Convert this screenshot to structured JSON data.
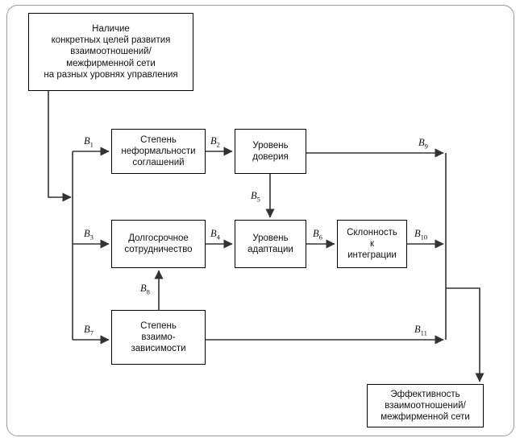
{
  "diagram": {
    "title_present": false,
    "frame": {
      "style": "rounded-rectangle",
      "border_color": "#9a9a9a"
    },
    "background": "#ffffff",
    "line_color": "#333333",
    "box_border_color": "#000000",
    "nodes": [
      {
        "id": "goals",
        "label": "Наличие\nконкретных целей развития\nвзаимоотношений/\nмежфирменной сети\nна разных уровнях управления"
      },
      {
        "id": "informality",
        "label": "Степень\nнеформальности\nсоглашений"
      },
      {
        "id": "trust",
        "label": "Уровень\nдоверия"
      },
      {
        "id": "longterm",
        "label": "Долгосрочное\nсотрудничество"
      },
      {
        "id": "adaptation",
        "label": "Уровень\nадаптации"
      },
      {
        "id": "integration",
        "label": "Склонность\nк\nинтеграции"
      },
      {
        "id": "interdependence",
        "label": "Степень\nвзаимо-\nзависимости"
      },
      {
        "id": "effectiveness",
        "label": "Эффективность\nвзаимоотношений/\nмежфирменной сети"
      }
    ],
    "edge_labels": [
      {
        "id": "b1",
        "base": "B",
        "sub": "1",
        "from": "goals-bus",
        "to": "informality"
      },
      {
        "id": "b2",
        "base": "B",
        "sub": "2",
        "from": "informality",
        "to": "trust"
      },
      {
        "id": "b3",
        "base": "B",
        "sub": "3",
        "from": "goals-bus",
        "to": "longterm"
      },
      {
        "id": "b4",
        "base": "B",
        "sub": "4",
        "from": "longterm",
        "to": "adaptation"
      },
      {
        "id": "b5",
        "base": "B",
        "sub": "5",
        "from": "trust",
        "to": "adaptation"
      },
      {
        "id": "b6",
        "base": "B",
        "sub": "6",
        "from": "adaptation",
        "to": "integration"
      },
      {
        "id": "b7",
        "base": "B",
        "sub": "7",
        "from": "goals-bus",
        "to": "interdependence"
      },
      {
        "id": "b8",
        "base": "B",
        "sub": "8",
        "from": "interdependence",
        "to": "longterm"
      },
      {
        "id": "b9",
        "base": "B",
        "sub": "9",
        "from": "trust",
        "to": "effectiveness-bus"
      },
      {
        "id": "b10",
        "base": "B",
        "sub": "10",
        "from": "integration",
        "to": "effectiveness-bus"
      },
      {
        "id": "b11",
        "base": "B",
        "sub": "11",
        "from": "interdependence",
        "to": "effectiveness-bus"
      }
    ]
  }
}
